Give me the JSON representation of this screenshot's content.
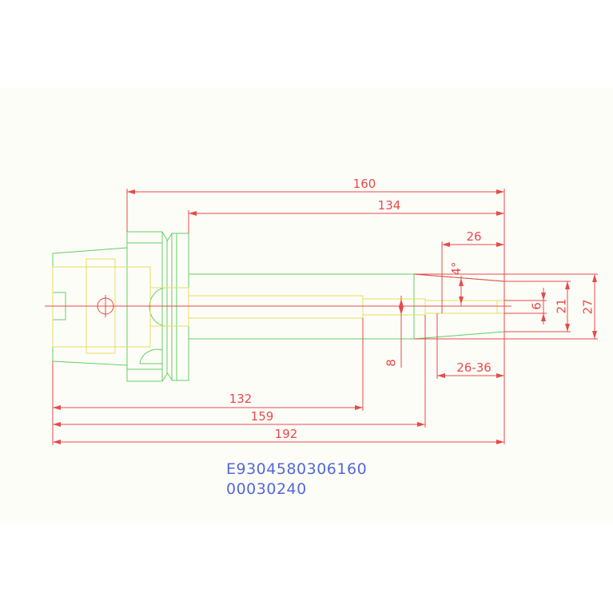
{
  "dimensions": {
    "d160": "160",
    "d134": "134",
    "d26": "26",
    "angle": "4°",
    "d6": "6",
    "d21": "21",
    "d27": "27",
    "d8": "8",
    "d26_36": "26-36",
    "d132": "132",
    "d159": "159",
    "d192": "192"
  },
  "codes": {
    "line1": "E9304580306160",
    "line2": "00030240"
  },
  "colors": {
    "outline": "#62d062",
    "hidden": "#e8e060",
    "dimension": "#e84a4a",
    "code": "#5468d8",
    "background_tint": "#fdfdf8"
  }
}
